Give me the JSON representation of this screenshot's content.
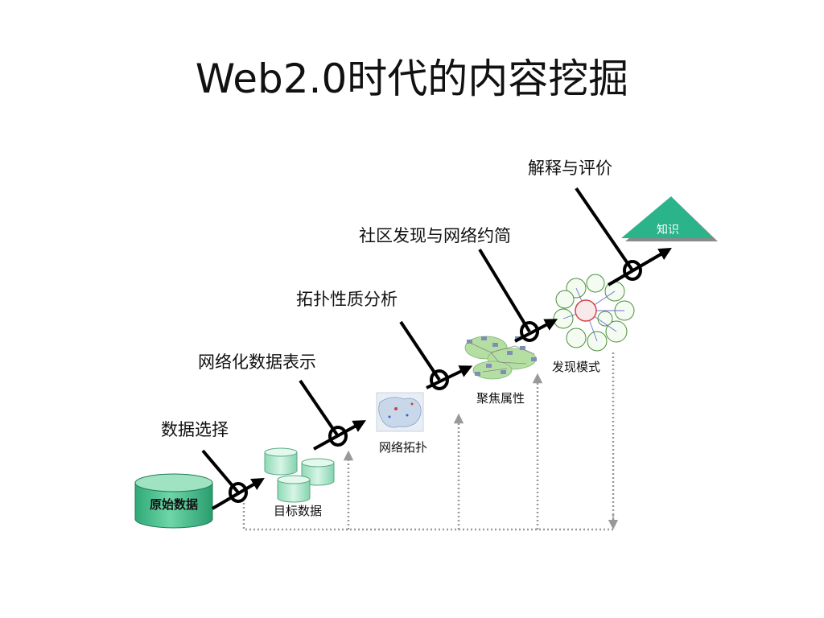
{
  "title": "Web2.0时代的内容挖掘",
  "steps": {
    "data_selection": "数据选择",
    "network_representation": "网络化数据表示",
    "topology_analysis": "拓扑性质分析",
    "community_discovery": "社区发现与网络约简",
    "interpretation": "解释与评价"
  },
  "nodes": {
    "raw_data": "原始数据",
    "target_data": "目标数据",
    "network_topology": "网络拓扑",
    "focus_attributes": "聚焦属性",
    "discovered_patterns": "发现模式",
    "knowledge": "知识"
  },
  "colors": {
    "cylinder": "#3fbf8f",
    "cylinder_light": "#b8ecd2",
    "triangle": "#2bb38a",
    "arrow": "#000000",
    "feedback": "#999999"
  }
}
